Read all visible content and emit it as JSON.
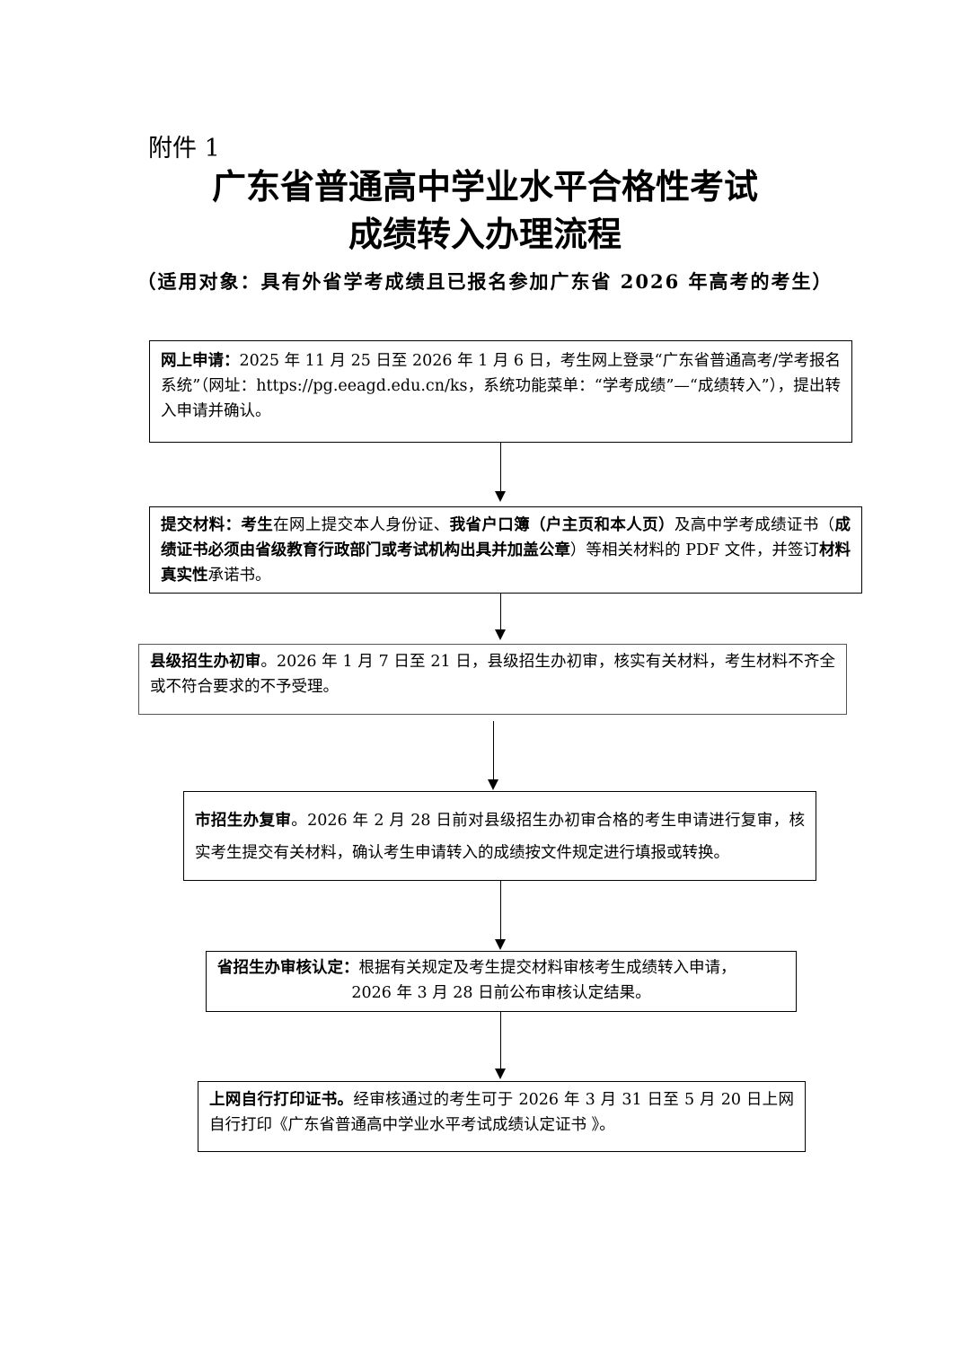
{
  "attachment_label": "附件 1",
  "title_line1": "广东省普通高中学业水平合格性考试",
  "title_line2": "成绩转入办理流程",
  "subtitle": "（适用对象：具有外省学考成绩且已报名参加广东省 2026 年高考的考生）",
  "steps": [
    {
      "heading": "网上申请：",
      "text": "2025 年 11 月 25 日至 2026 年 1 月 6 日，考生网上登录“广东省普通高考/学考报名系统”（网址：https://pg.eeagd.edu.cn/ks，系统功能菜单：“学考成绩”—“成绩转入”），提出转入申请并确认。"
    },
    {
      "heading": "提交材料：",
      "t1": "考生",
      "t2": "在网上提交本人身份证、",
      "t3": "我省户口簿（户主页和本人页）",
      "t4": "及高中学考成绩证书（",
      "t5": "成绩证书必须由省级教育行政部门或考试机构出具并加盖公章",
      "t6": "）等相关材料的 PDF 文件，并签订",
      "t7": "材料真实性",
      "t8": "承诺书。"
    },
    {
      "heading": "县级招生办初审",
      "text": "。2026 年 1 月 7 日至 21 日，县级招生办初审，核实有关材料，考生材料不齐全或不符合要求的不予受理。"
    },
    {
      "heading": "市招生办复审",
      "text": "。2026 年 2 月 28 日前对县级招生办初审合格的考生申请进行复审，核实考生提交有关材料，确认考生申请转入的成绩按文件规定进行填报或转换。"
    },
    {
      "heading": "省招生办审核认定：",
      "text": "根据有关规定及考生提交材料审核考生成绩转入申请，",
      "line2": "2026 年 3 月 28 日前公布审核认定结果。"
    },
    {
      "heading": "上网自行打印证书。",
      "text": "经审核通过的考生可于 2026 年 3 月 31 日至 5 月 20 日上网自行打印《广东省普通高中学业水平考试成绩认定证书 》。"
    }
  ]
}
